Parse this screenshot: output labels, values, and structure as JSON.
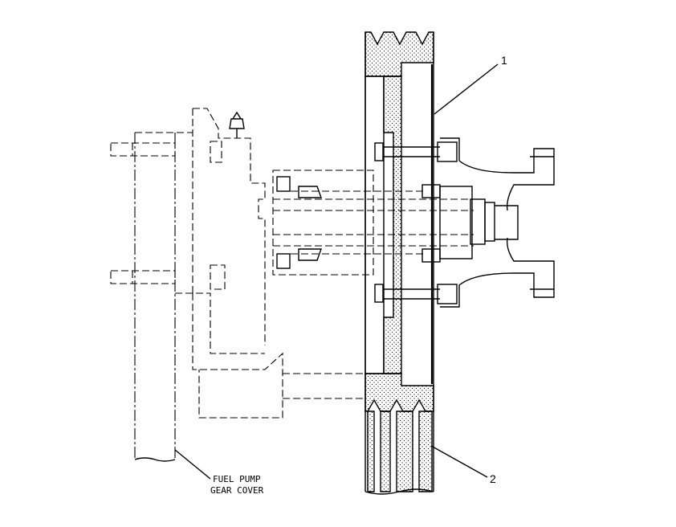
{
  "labels": {
    "callout_1": "1",
    "callout_2": "2",
    "note_line1": "FUEL PUMP",
    "note_line2": "GEAR COVER"
  },
  "colors": {
    "ink": "#000000",
    "paper": "#ffffff"
  }
}
